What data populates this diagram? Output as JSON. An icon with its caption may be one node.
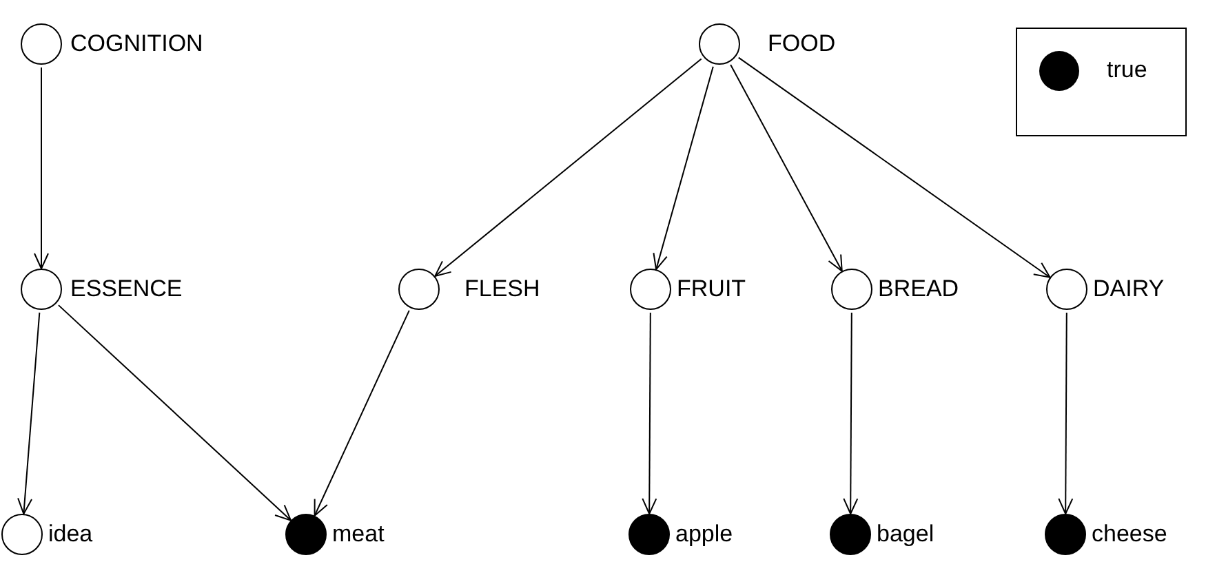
{
  "diagram": {
    "nodes": [
      {
        "text": [
          "COGNITION"
        ]
      },
      {
        "text": [
          "FOOD"
        ]
      },
      {
        "text": [
          "ESSENCE"
        ]
      },
      {
        "text": [
          "FLESH"
        ]
      },
      {
        "text": [
          "FRUIT"
        ]
      },
      {
        "text": [
          "BREAD"
        ]
      },
      {
        "text": [
          "DAIRY"
        ]
      },
      {
        "text": [
          "idea"
        ]
      },
      {
        "text": [
          "meat"
        ]
      },
      {
        "text": [
          "apple"
        ]
      },
      {
        "text": [
          "bagel"
        ]
      },
      {
        "text": [
          "cheese"
        ]
      }
    ],
    "edges": [
      {
        "from": 0,
        "to": 2,
        "arrow": "to"
      },
      {
        "from": 1,
        "to": 3,
        "arrow": "to"
      },
      {
        "from": 1,
        "to": 4,
        "arrow": "to"
      },
      {
        "from": 1,
        "to": 5,
        "arrow": "to"
      },
      {
        "from": 1,
        "to": 6,
        "arrow": "to"
      },
      {
        "from": 2,
        "to": 7,
        "arrow": "to"
      },
      {
        "from": 2,
        "to": 8,
        "arrow": "to"
      },
      {
        "from": 3,
        "to": 8,
        "arrow": "to"
      },
      {
        "from": 4,
        "to": 9,
        "arrow": "to"
      },
      {
        "from": 5,
        "to": 10,
        "arrow": "to"
      },
      {
        "from": 6,
        "to": 11,
        "arrow": "to"
      }
    ],
    "legend": [
      {
        "text": "true",
        "color": "#000000"
      }
    ]
  }
}
